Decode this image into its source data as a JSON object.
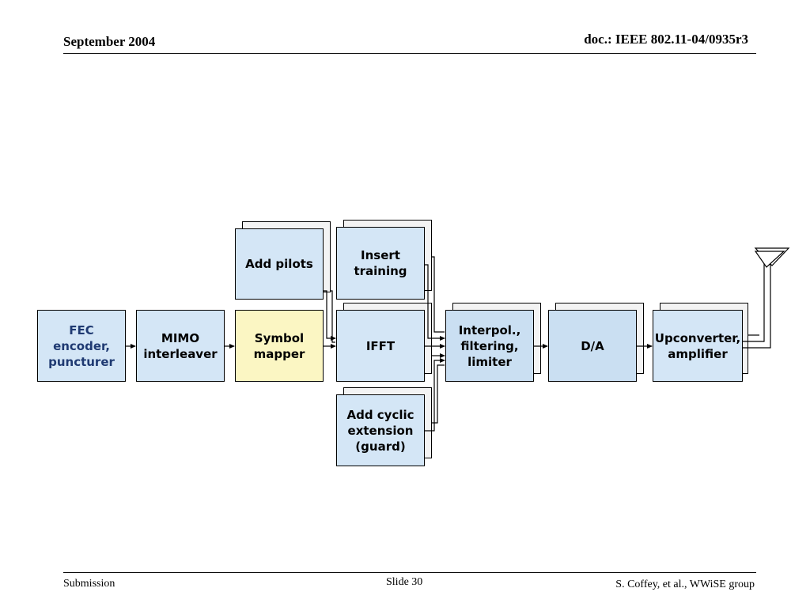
{
  "header": {
    "date": "September 2004",
    "doc_id": "doc.: IEEE 802.11-04/0935r3"
  },
  "footer": {
    "left": "Submission",
    "center": "Slide 30",
    "right": "S. Coffey, et al., WWiSE group"
  },
  "diagram": {
    "blocks": {
      "fec": "FEC\nencoder,\npuncturer",
      "mimo": "MIMO\ninterleaver",
      "symbol_mapper": "Symbol\nmapper",
      "add_pilots": "Add pilots",
      "insert_training": "Insert\ntraining",
      "ifft": "IFFT",
      "add_cyclic": "Add cyclic\nextension\n(guard)",
      "interpol": "Interpol.,\nfiltering,\nlimiter",
      "da": "D/A",
      "upconverter": "Upconverter,\namplifier"
    },
    "colors": {
      "block_fill": "#d4e6f6",
      "highlight_fill": "#fbf6c3",
      "shadow_fill": "#f3f3f3",
      "fec_text": "#1f3a72"
    }
  }
}
